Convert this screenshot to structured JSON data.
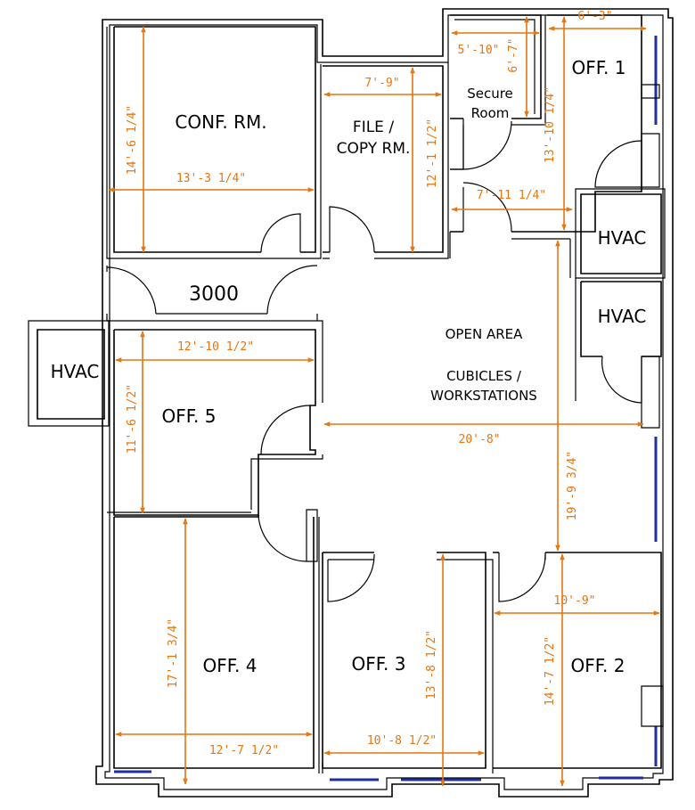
{
  "colors": {
    "wall": "#000000",
    "dimension": "#e8750f",
    "window": "#1f2fa0"
  },
  "suite": "3000",
  "rooms": {
    "conf": "CONF. RM.",
    "file_1": "FILE /",
    "file_2": "COPY RM.",
    "secure_1": "Secure",
    "secure_2": "Room",
    "off1": "OFF. 1",
    "off2": "OFF. 2",
    "off3": "OFF. 3",
    "off4": "OFF. 4",
    "off5": "OFF. 5",
    "hvac_a": "HVAC",
    "hvac_b": "HVAC",
    "hvac_c": "HVAC",
    "open_1": "OPEN AREA",
    "open_2": "CUBICLES /",
    "open_3": "WORKSTATIONS"
  },
  "dims": {
    "conf_w": "13'-3 1/4\"",
    "conf_h": "14'-6 1/4\"",
    "file_w": "7'-9\"",
    "file_h": "12'-1 1/2\"",
    "secure_w": "5'-10\"",
    "secure_h": "6'-7\"",
    "off1_w": "6'-3\"",
    "off1_h": "13'-10 1/4\"",
    "corridor_w": "7'-11 1/4\"",
    "off5_w": "12'-10 1/2\"",
    "off5_h": "11'-6 1/2\"",
    "open_w": "20'-8\"",
    "open_h": "19'-9 3/4\"",
    "off4_w": "12'-7 1/2\"",
    "off4_h": "17'-1 3/4\"",
    "off3_w": "10'-8 1/2\"",
    "off3_h": "13'-8 1/2\"",
    "off2_w": "10'-9\"",
    "off2_h": "14'-7 1/2\""
  }
}
